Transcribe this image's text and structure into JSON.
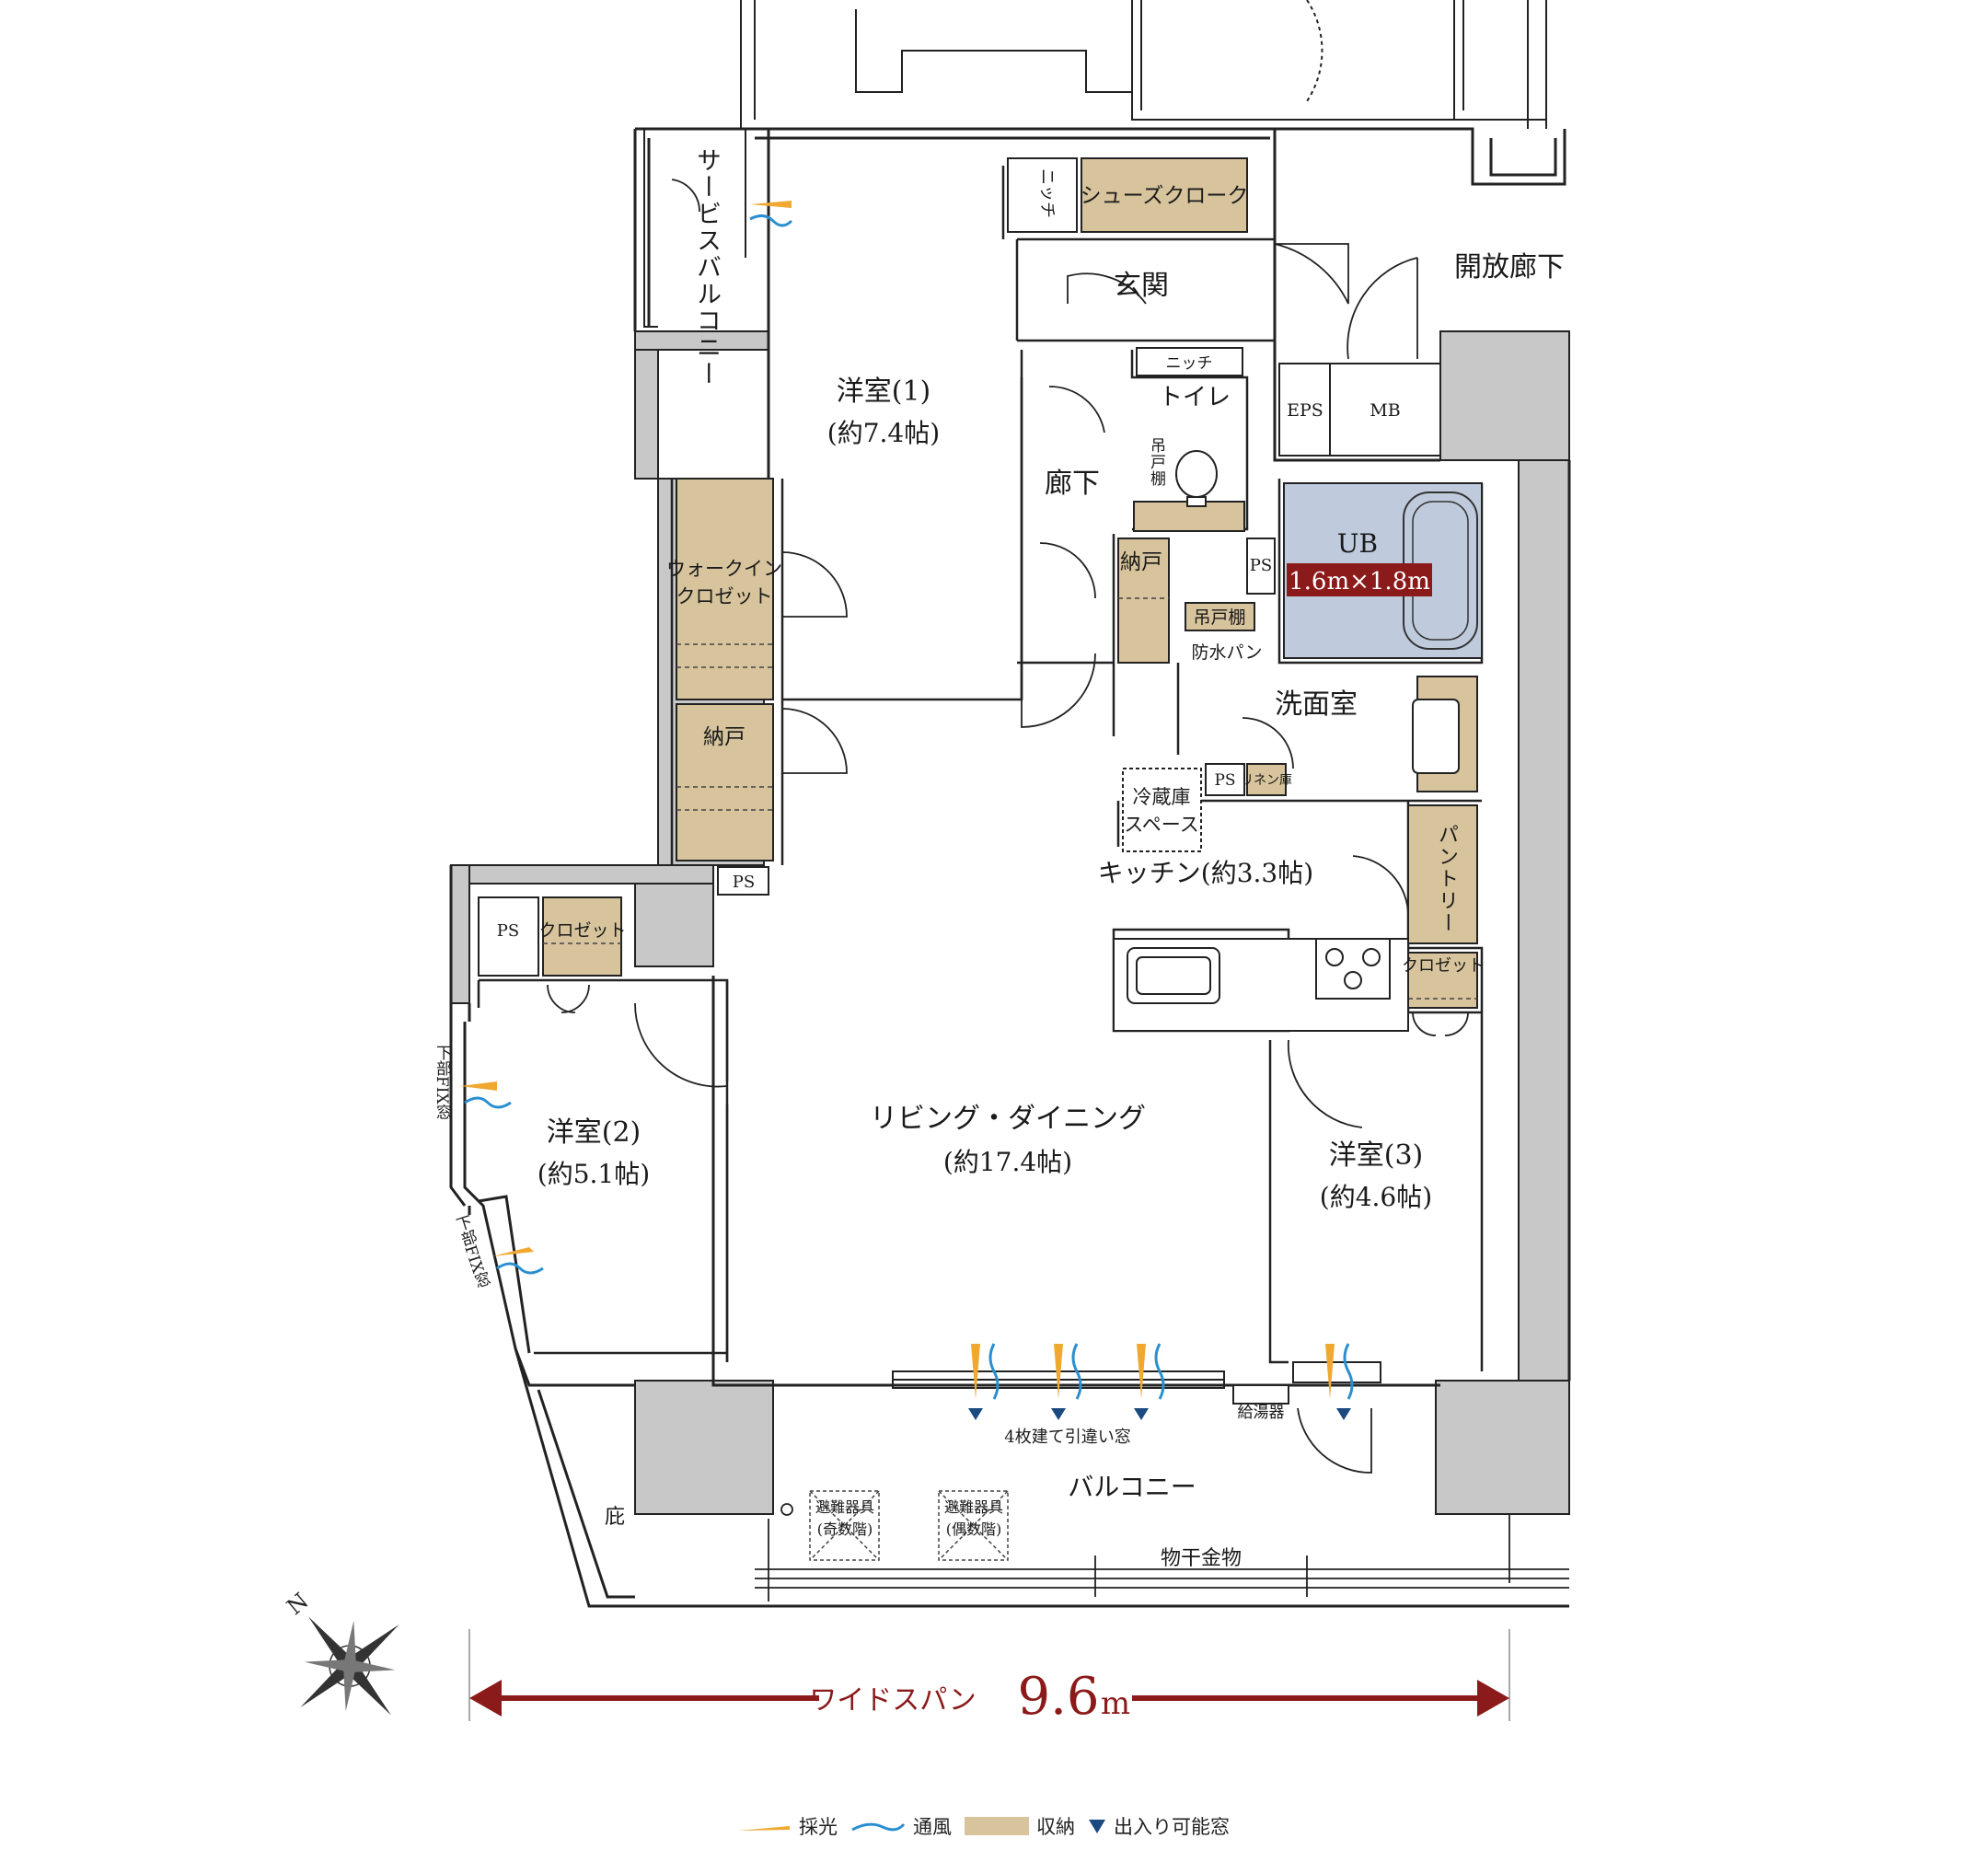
{
  "rooms": {
    "service_balcony": "サービスバルコニー",
    "niche1": "ニッチ",
    "shoes_cloak": "シューズクローク",
    "entrance": "玄関",
    "open_corridor": "開放廊下",
    "niche2": "ニッチ",
    "toilet": "トイレ",
    "eps": "EPS",
    "mb": "MB",
    "western1": "洋室(1)",
    "western1_size": "(約7.4帖)",
    "hanging_shelf1": "吊戸棚",
    "corridor": "廊下",
    "ub": "UB",
    "ub_size": "1.6m×1.8m",
    "walkin_closet_1": "ウォークイン",
    "walkin_closet_2": "クロゼット",
    "storage1": "納戸",
    "ps1": "PS",
    "storage2": "納戸",
    "hanging_shelf2": "吊戸棚",
    "waterproof_pan": "防水パン",
    "washroom": "洗面室",
    "ps2": "PS",
    "linen": "リネン庫",
    "fridge_1": "冷蔵庫",
    "fridge_2": "スペース",
    "kitchen": "キッチン(約3.3帖)",
    "pantry": "パントリー",
    "ps3": "PS",
    "ps4": "PS",
    "closet1": "クロゼット",
    "closet2": "クロゼット",
    "fix_window1": "下部FIX窓",
    "fix_window2": "下部FIX窓",
    "western2": "洋室(2)",
    "western2_size": "(約5.1帖)",
    "living": "リビング・ダイニング",
    "living_size": "(約17.4帖)",
    "western3": "洋室(3)",
    "western3_size": "(約4.6帖)",
    "water_heater": "給湯器",
    "sliding_window": "4枚建て引違い窓",
    "eaves": "庇",
    "evac1_1": "避難器具",
    "evac1_2": "(奇数階)",
    "evac2_1": "避難器具",
    "evac2_2": "(偶数階)",
    "balcony": "バルコニー",
    "laundry": "物干金物"
  },
  "span": {
    "label": "ワイドスパン",
    "value": "9.6",
    "unit": "m"
  },
  "compass": {
    "north": "N"
  },
  "legend": {
    "light": "採光",
    "wind": "通風",
    "storage": "収納",
    "door_window": "出入り可能窓"
  },
  "colors": {
    "storage": "#d7c39c",
    "ub": "#bfcbdc",
    "wall_gray": "#c8c8c8",
    "light_arrow": "#f0a830",
    "wind_arrow": "#2a8fd0",
    "accent_red": "#8b1a1a",
    "window_mark": "#1a4a80"
  }
}
